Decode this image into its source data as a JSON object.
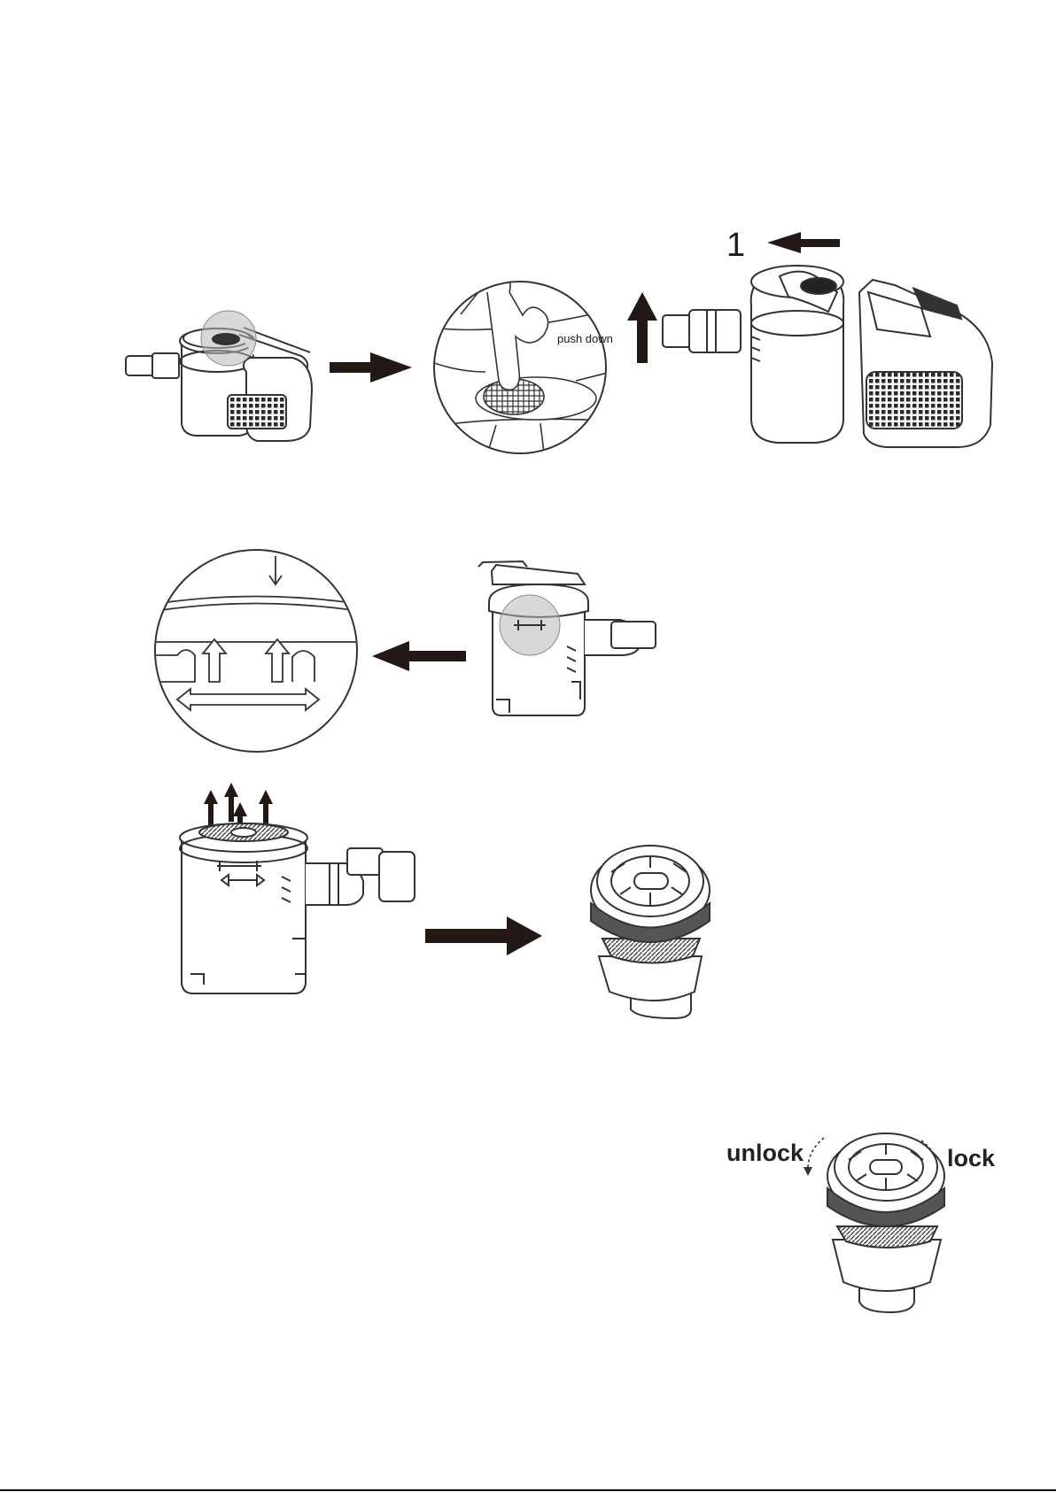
{
  "labels": {
    "step_number": "1",
    "push_down": "push down",
    "unlock": "unlock",
    "lock": "lock"
  },
  "colors": {
    "line": "#333333",
    "arrow": "#231815",
    "highlight": "#b8b8b8"
  }
}
